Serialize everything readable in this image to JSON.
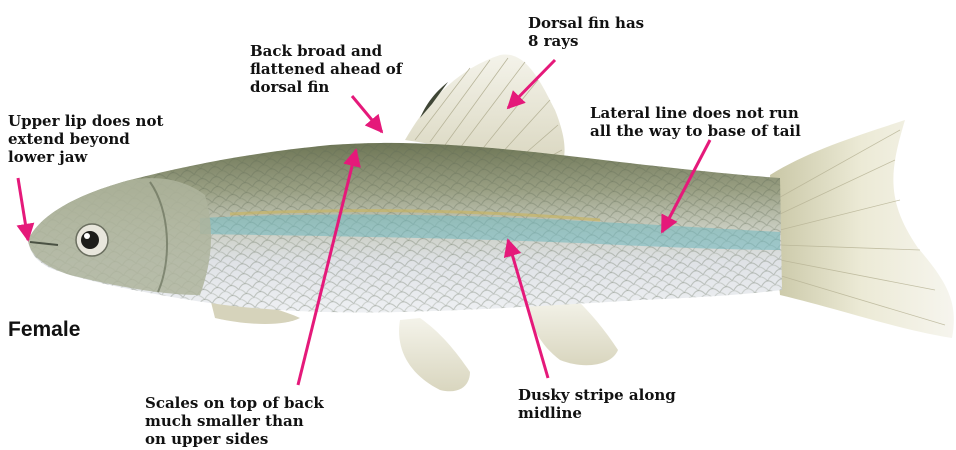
{
  "sex_label": "Female",
  "annotations": {
    "upper_lip": "Upper lip does not\nextend beyond\nlower jaw",
    "back": "Back broad and\nflattened ahead of\ndorsal fin",
    "dorsal_fin": "Dorsal fin has\n8 rays",
    "lateral_line": "Lateral line does not run\nall the way to base of tail",
    "scales": "Scales on top of back\nmuch smaller than\non upper sides",
    "stripe": "Dusky stripe along\nmidline"
  },
  "colors": {
    "arrow": "#e5197a",
    "fin": "#e7e4d2",
    "back": "#7d8560",
    "belly": "#e6e9ee",
    "stripe": "#6fb8c0"
  }
}
